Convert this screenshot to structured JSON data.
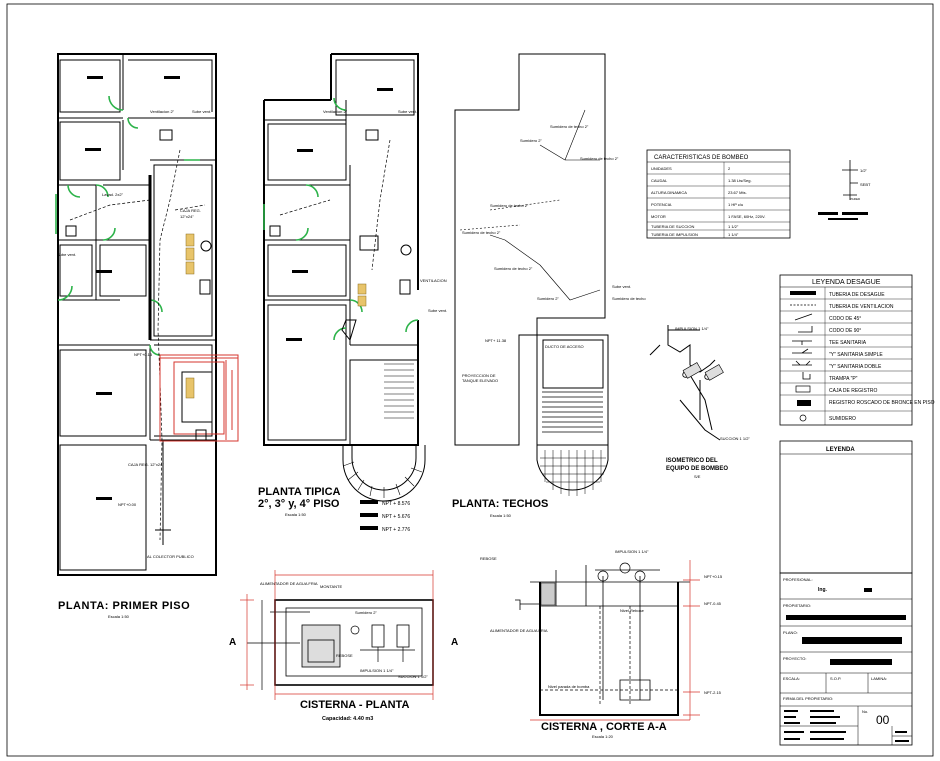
{
  "titles": {
    "primer_piso": "PLANTA: PRIMER PISO",
    "primer_piso_scale": "Escala 1:50",
    "tipica_line1": "PLANTA TIPICA",
    "tipica_line2": "2°, 3° y, 4° PISO",
    "tipica_scale": "Escala 1:50",
    "techos": "PLANTA: TECHOS",
    "techos_scale": "Escala 1:50",
    "cisterna_planta": "CISTERNA - PLANTA",
    "cisterna_capacidad": "Capacidad: 4.40 m3",
    "cisterna_corte": "CISTERNA , CORTE A-A",
    "cisterna_corte_scale": "Escala 1:20",
    "isometrico_line1": "ISOMETRICO DEL",
    "isometrico_line2": "EQUIPO DE BOMBEO",
    "isometrico_scale": "S/E"
  },
  "section_marks": {
    "left": "A",
    "right": "A"
  },
  "levels": {
    "tipica": [
      "NPT + 8.576",
      "NPT + 5.676",
      "NPT + 2.776"
    ],
    "corte": [
      "NPT+0.15",
      "NPT-0.45",
      "NPT-2.15"
    ]
  },
  "caracteristicas": {
    "title": "CARACTERISTICAS DE BOMBEO",
    "rows": [
      [
        "UNIDADES",
        "2"
      ],
      [
        "CAUDAL",
        "1.38 Lts/Seg."
      ],
      [
        "ALTURA DINAMICA",
        "23.67 Mts."
      ],
      [
        "POTENCIA",
        "1 HP c/u"
      ],
      [
        "MOTOR",
        "1 FASE, 60Hz, 220V."
      ],
      [
        "TUBERIA DE SUCCION",
        "1 1/2\""
      ],
      [
        "TUBERIA DE IMPULSION",
        "1 1/4\""
      ]
    ]
  },
  "leyenda_desague": {
    "title": "LEYENDA DESAGUE",
    "rows": [
      "TUBERIA DE DESAGUE",
      "TUBERIA DE VENTILACION",
      "CODO DE 45°",
      "CODO DE 90°",
      "TEE SANITARIA",
      "\"Y\" SANITARIA SIMPLE",
      "\"Y\" SANITARIA DOBLE",
      "TRAMPA \"P\"",
      "CAJA DE REGISTRO",
      "REGISTRO ROSCADO DE BRONCE EN PISO",
      "SUMIDERO"
    ]
  },
  "title_block": {
    "leyenda": "LEYENDA",
    "profesional_label": "PROFESIONAL:",
    "profesional_value": "Ing.",
    "propietario_label": "PROPIETARIO:",
    "plano_label": "PLANO:",
    "proyecto_label": "PROYECTO:",
    "escala_label": "ESCALA:",
    "escala_value": "S.O.P.",
    "lamina_label": "LAMINA:",
    "firma_label": "FIRMA DEL PROPIETARIO:",
    "no_label": "No.",
    "no_value": "00"
  },
  "pipe_notes": {
    "impulsion": "IMPULSION 1 1/4\"",
    "succion": "SUCCION 1 1/2\"",
    "al_colector": "AL COLECTOR PUBLICO",
    "caja_registro": "CAJA REG. 12\"x24\"",
    "nivel_parada": "Nivel parada de bomba",
    "nivel_rebose": "Nivel Rebose",
    "alimentador": "ALIMENTADOR DE AGUA FRIA",
    "rebose": "REBOSE",
    "montante": "MONTANTE",
    "sumidero_2": "Sumidero 2\"",
    "npt_primer": "NPT+0.15",
    "nptjardin": "NPT+0.00"
  }
}
